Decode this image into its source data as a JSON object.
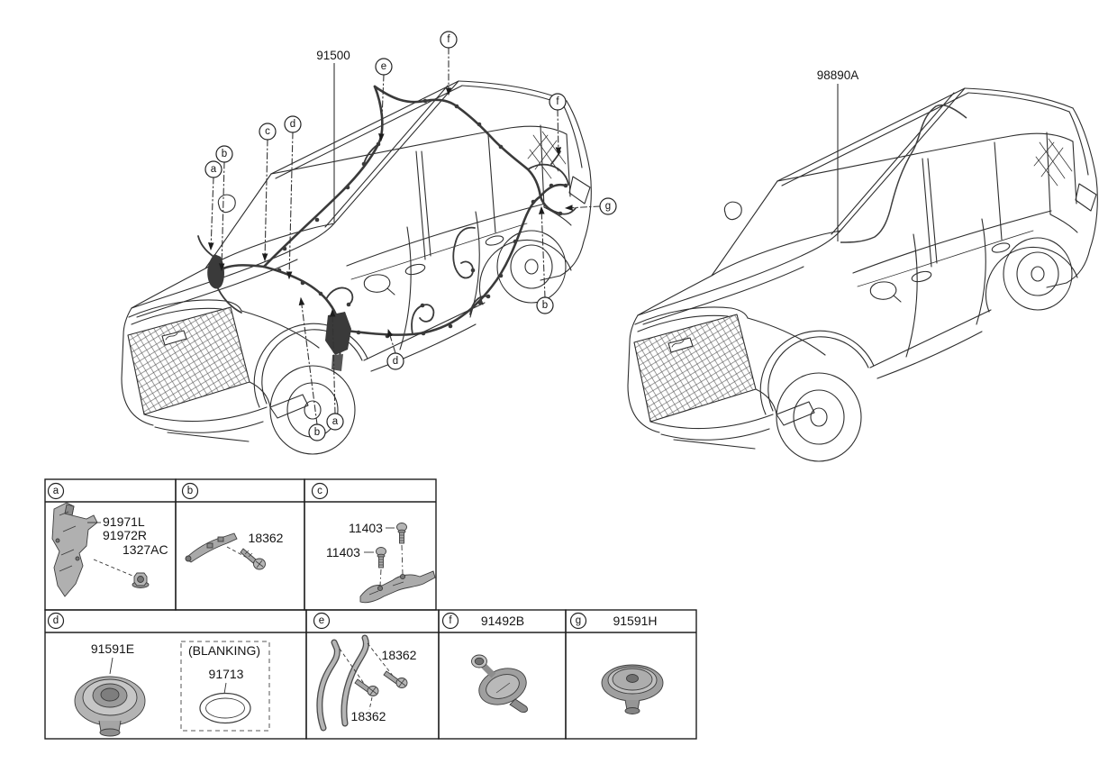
{
  "left_car": {
    "part_label": "91500",
    "callouts": [
      {
        "letter": "a"
      },
      {
        "letter": "b"
      },
      {
        "letter": "c"
      },
      {
        "letter": "d"
      },
      {
        "letter": "e"
      },
      {
        "letter": "f"
      },
      {
        "letter": "f"
      },
      {
        "letter": "g"
      },
      {
        "letter": "b"
      },
      {
        "letter": "a"
      },
      {
        "letter": "d"
      },
      {
        "letter": "b"
      }
    ]
  },
  "right_car": {
    "part_label": "98890A"
  },
  "table": {
    "cells": {
      "a": {
        "letter": "a",
        "label_bracket_left": "91971L",
        "label_bracket_right": "91972R",
        "label_nut": "1327AC"
      },
      "b": {
        "letter": "b",
        "label_screw": "18362"
      },
      "c": {
        "letter": "c",
        "label_bolt_upper": "11403",
        "label_bolt_lower": "11403"
      },
      "d": {
        "letter": "d",
        "label_grommet": "91591E",
        "label_blanking": "(BLANKING)",
        "label_blanking_part": "91713"
      },
      "e": {
        "letter": "e",
        "label_screw_upper": "18362",
        "label_screw_lower": "18362"
      },
      "f": {
        "letter": "f",
        "part_number": "91492B"
      },
      "g": {
        "letter": "g",
        "part_number": "91591H"
      }
    }
  }
}
